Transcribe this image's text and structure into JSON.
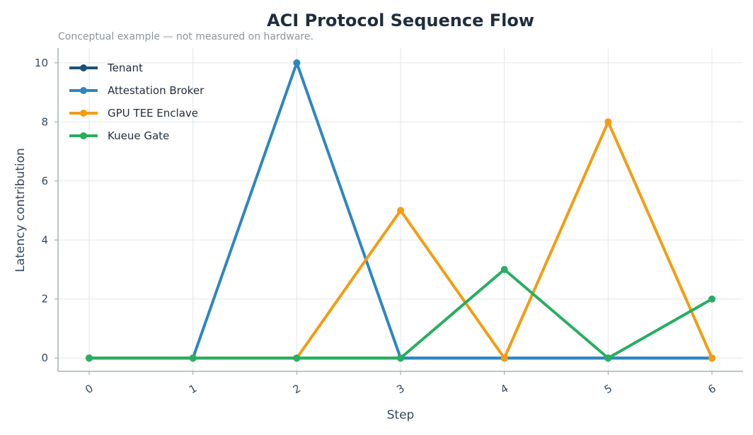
{
  "chart_data": {
    "type": "line",
    "title": "ACI Protocol Sequence Flow",
    "subtitle": "Conceptual example — not measured on hardware.",
    "xlabel": "Step",
    "ylabel": "Latency contribution",
    "x": [
      0,
      1,
      2,
      3,
      4,
      5,
      6
    ],
    "x_tick_labels": [
      "0",
      "1",
      "2",
      "3",
      "4",
      "5",
      "6"
    ],
    "y_ticks": [
      0,
      2,
      4,
      6,
      8,
      10
    ],
    "y_tick_labels": [
      "0",
      "2",
      "4",
      "6",
      "8",
      "10"
    ],
    "xlim": [
      -0.3,
      6.3
    ],
    "ylim": [
      -0.45,
      10.5
    ],
    "grid": true,
    "legend_position": "top-left",
    "series": [
      {
        "name": "Tenant",
        "color": "#1a5276",
        "values": [
          0,
          0,
          0,
          0,
          0,
          0,
          0
        ]
      },
      {
        "name": "Attestation Broker",
        "color": "#2e86c1",
        "values": [
          0,
          0,
          10,
          0,
          0,
          0,
          0
        ]
      },
      {
        "name": "GPU TEE Enclave",
        "color": "#f39c12",
        "values": [
          0,
          0,
          0,
          5,
          0,
          8,
          0
        ]
      },
      {
        "name": "Kueue Gate",
        "color": "#27ae60",
        "values": [
          0,
          0,
          0,
          0,
          3,
          0,
          2
        ]
      }
    ]
  }
}
